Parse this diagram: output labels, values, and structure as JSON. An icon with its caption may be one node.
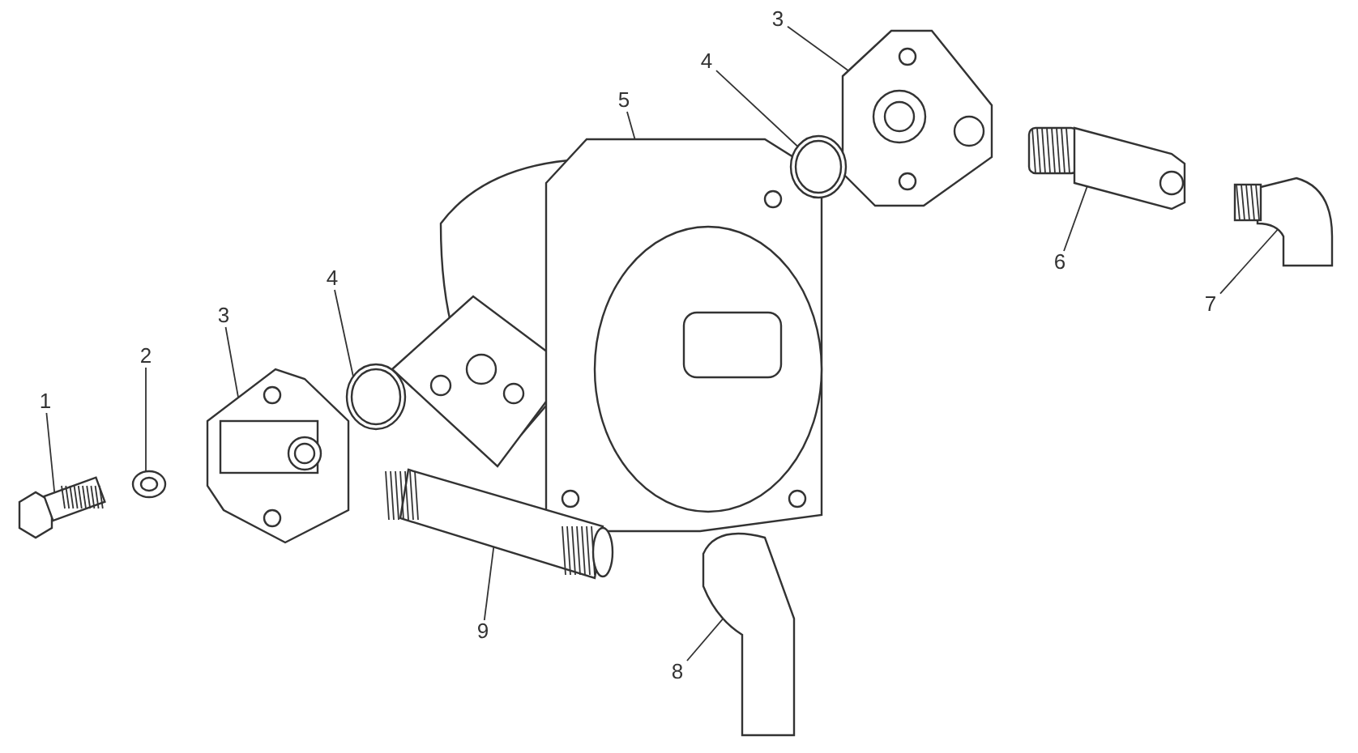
{
  "diagram": {
    "nodes": [
      {
        "text": [
          "1"
        ]
      },
      {
        "text": [
          "2"
        ]
      },
      {
        "text": [
          "3"
        ]
      },
      {
        "text": [
          "4"
        ]
      },
      {
        "text": [
          "5"
        ]
      },
      {
        "text": [
          "3"
        ]
      },
      {
        "text": [
          "4"
        ]
      },
      {
        "text": [
          "6"
        ]
      },
      {
        "text": [
          "7"
        ]
      },
      {
        "text": [
          "8"
        ]
      },
      {
        "text": [
          "9"
        ]
      },
      {
        "text": [],
        "shape": "picture"
      },
      {
        "text": [],
        "shape": "picture"
      },
      {
        "text": [],
        "shape": "picture"
      },
      {
        "text": [],
        "shape": "picture"
      },
      {
        "text": [],
        "shape": "picture"
      },
      {
        "text": [],
        "shape": "picture"
      },
      {
        "text": [],
        "shape": "picture"
      },
      {
        "text": [],
        "shape": "picture"
      },
      {
        "text": [],
        "shape": "picture"
      },
      {
        "text": [],
        "shape": "picture"
      },
      {
        "text": [],
        "shape": "picture"
      }
    ],
    "edges": [
      {
        "from": 0,
        "to": 11,
        "arrow": "none"
      },
      {
        "from": 1,
        "to": 12,
        "arrow": "none"
      },
      {
        "from": 2,
        "to": 13,
        "arrow": "none"
      },
      {
        "from": 3,
        "to": 14,
        "arrow": "none"
      },
      {
        "from": 4,
        "to": 15,
        "arrow": "none"
      },
      {
        "from": 5,
        "to": 16,
        "arrow": "none"
      },
      {
        "from": 6,
        "to": 17,
        "arrow": "none"
      },
      {
        "from": 7,
        "to": 18,
        "arrow": "none"
      },
      {
        "from": 8,
        "to": 19,
        "arrow": "none"
      },
      {
        "from": 9,
        "to": 20,
        "arrow": "none"
      },
      {
        "from": 10,
        "to": 21,
        "arrow": "none"
      }
    ]
  }
}
